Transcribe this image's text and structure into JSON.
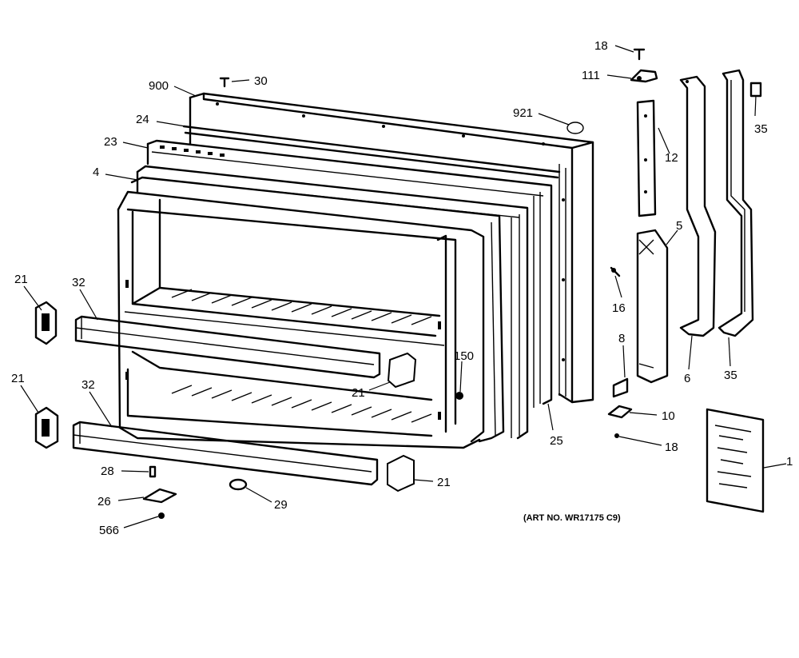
{
  "callouts": {
    "c900": "900",
    "c30": "30",
    "c24": "24",
    "c23": "23",
    "c4": "4",
    "c921": "921",
    "c18_top": "18",
    "c111": "111",
    "c12": "12",
    "c35_top": "35",
    "c5": "5",
    "c16": "16",
    "c6": "6",
    "c35_bottom": "35",
    "c8": "8",
    "c10": "10",
    "c18_bottom": "18",
    "c1": "1",
    "c21_left_top": "21",
    "c32_top": "32",
    "c21_left_bottom": "21",
    "c32_bottom": "32",
    "c150": "150",
    "c21_mid": "21",
    "c25": "25",
    "c28": "28",
    "c26": "26",
    "c566": "566",
    "c29": "29",
    "c21_bottom": "21"
  },
  "art_number": "(ART NO. WR17175 C9)"
}
